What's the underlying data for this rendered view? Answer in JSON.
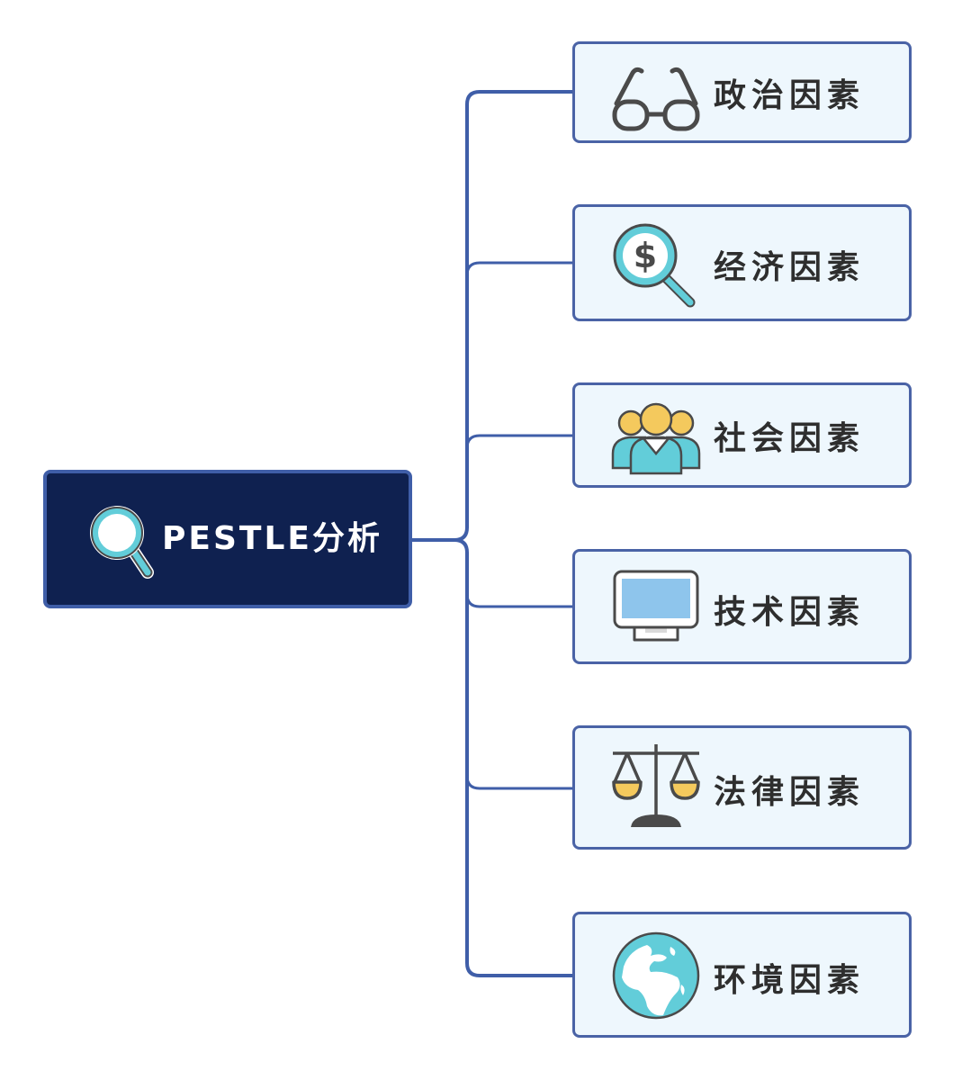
{
  "diagram": {
    "type": "mind-map",
    "root": {
      "label": "PESTLE分析",
      "icon": "magnifier-icon"
    },
    "branches": [
      {
        "label": "政治因素",
        "icon": "glasses-icon"
      },
      {
        "label": "经济因素",
        "icon": "dollar-magnifier-icon"
      },
      {
        "label": "社会因素",
        "icon": "people-group-icon"
      },
      {
        "label": "技术因素",
        "icon": "monitor-icon"
      },
      {
        "label": "法律因素",
        "icon": "scales-icon"
      },
      {
        "label": "环境因素",
        "icon": "globe-icon"
      }
    ],
    "colors": {
      "root_fill": "#0f2150",
      "border": "#3f5ea8",
      "node_fill": "#eef7fd",
      "connector": "#3f5ea8",
      "icon_teal": "#62cdd9",
      "icon_yellow": "#f4c95d",
      "icon_screen": "#8ec5ec",
      "icon_stroke": "#4a4a4a"
    }
  }
}
